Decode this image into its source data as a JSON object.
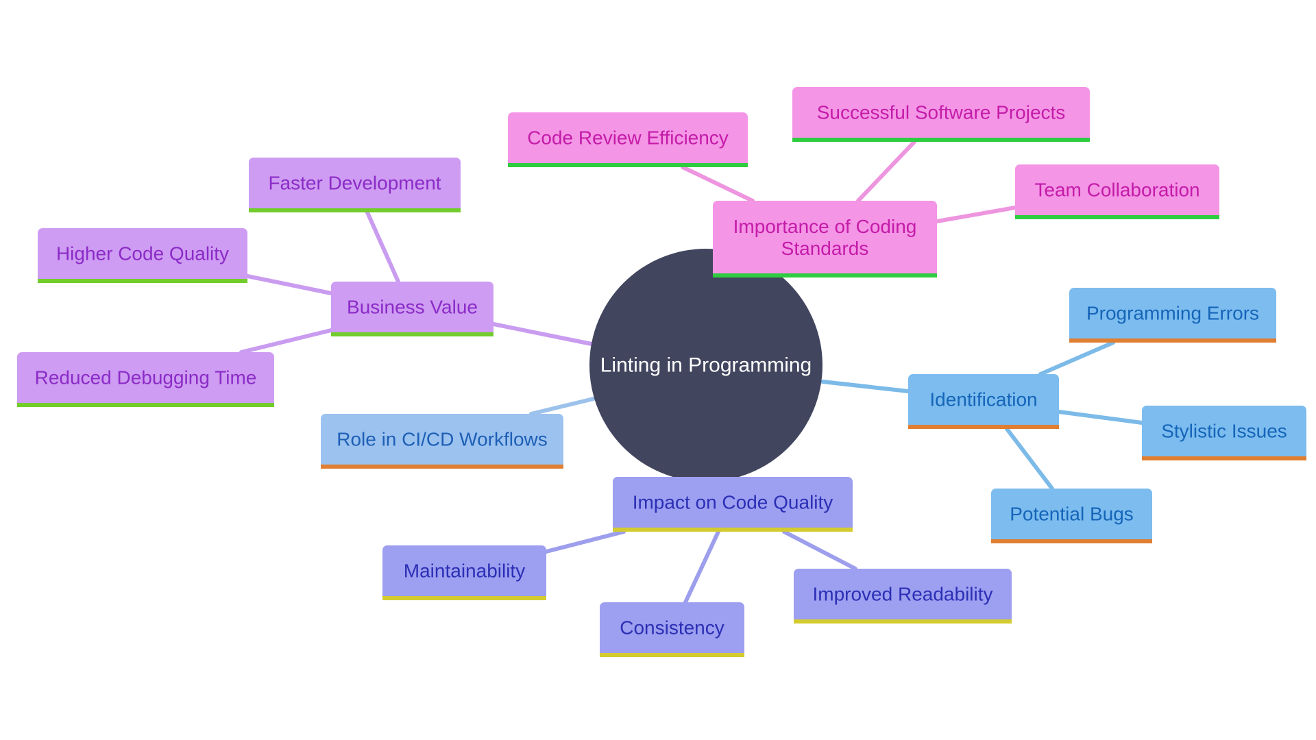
{
  "root": {
    "label": "Linting in Programming"
  },
  "branches": [
    {
      "id": "business-value",
      "label": "Business Value",
      "colors": {
        "fill": "#CE9CF2",
        "text": "#8B2BC7",
        "accent": "#72CC2B",
        "edge": "#C99CF0"
      },
      "children": [
        {
          "id": "faster-development",
          "label": "Faster Development"
        },
        {
          "id": "higher-code-quality",
          "label": "Higher Code Quality"
        },
        {
          "id": "reduced-debugging-time",
          "label": "Reduced Debugging Time"
        }
      ]
    },
    {
      "id": "importance-of-coding-standards",
      "label": "Importance of Coding Standards",
      "colors": {
        "fill": "#F495E6",
        "text": "#C41BA8",
        "accent": "#2ECC40",
        "edge": "#EE95DF"
      },
      "children": [
        {
          "id": "code-review-efficiency",
          "label": "Code Review Efficiency"
        },
        {
          "id": "successful-software-projects",
          "label": "Successful Software Projects"
        },
        {
          "id": "team-collaboration",
          "label": "Team Collaboration"
        }
      ]
    },
    {
      "id": "identification",
      "label": "Identification",
      "colors": {
        "fill": "#7CBCEF",
        "text": "#1565B8",
        "accent": "#E07E32",
        "edge": "#7CBAE8"
      },
      "children": [
        {
          "id": "programming-errors",
          "label": "Programming Errors"
        },
        {
          "id": "stylistic-issues",
          "label": "Stylistic Issues"
        },
        {
          "id": "potential-bugs",
          "label": "Potential Bugs"
        }
      ]
    },
    {
      "id": "role-in-ci-cd-workflows",
      "label": "Role in CI/CD Workflows",
      "colors": {
        "fill": "#9CC2F0",
        "text": "#1D5FB5",
        "accent": "#E07E32",
        "edge": "#9CC2EC"
      },
      "children": []
    },
    {
      "id": "impact-on-code-quality",
      "label": "Impact on Code Quality",
      "colors": {
        "fill": "#9D9FF0",
        "text": "#2B2FB5",
        "accent": "#D4CC2E",
        "edge": "#9D9FEC"
      },
      "children": [
        {
          "id": "maintainability",
          "label": "Maintainability"
        },
        {
          "id": "consistency",
          "label": "Consistency"
        },
        {
          "id": "improved-readability",
          "label": "Improved Readability"
        }
      ]
    }
  ],
  "style": {
    "root_fill": "#41455E",
    "root_text": "#FFFFFF"
  }
}
